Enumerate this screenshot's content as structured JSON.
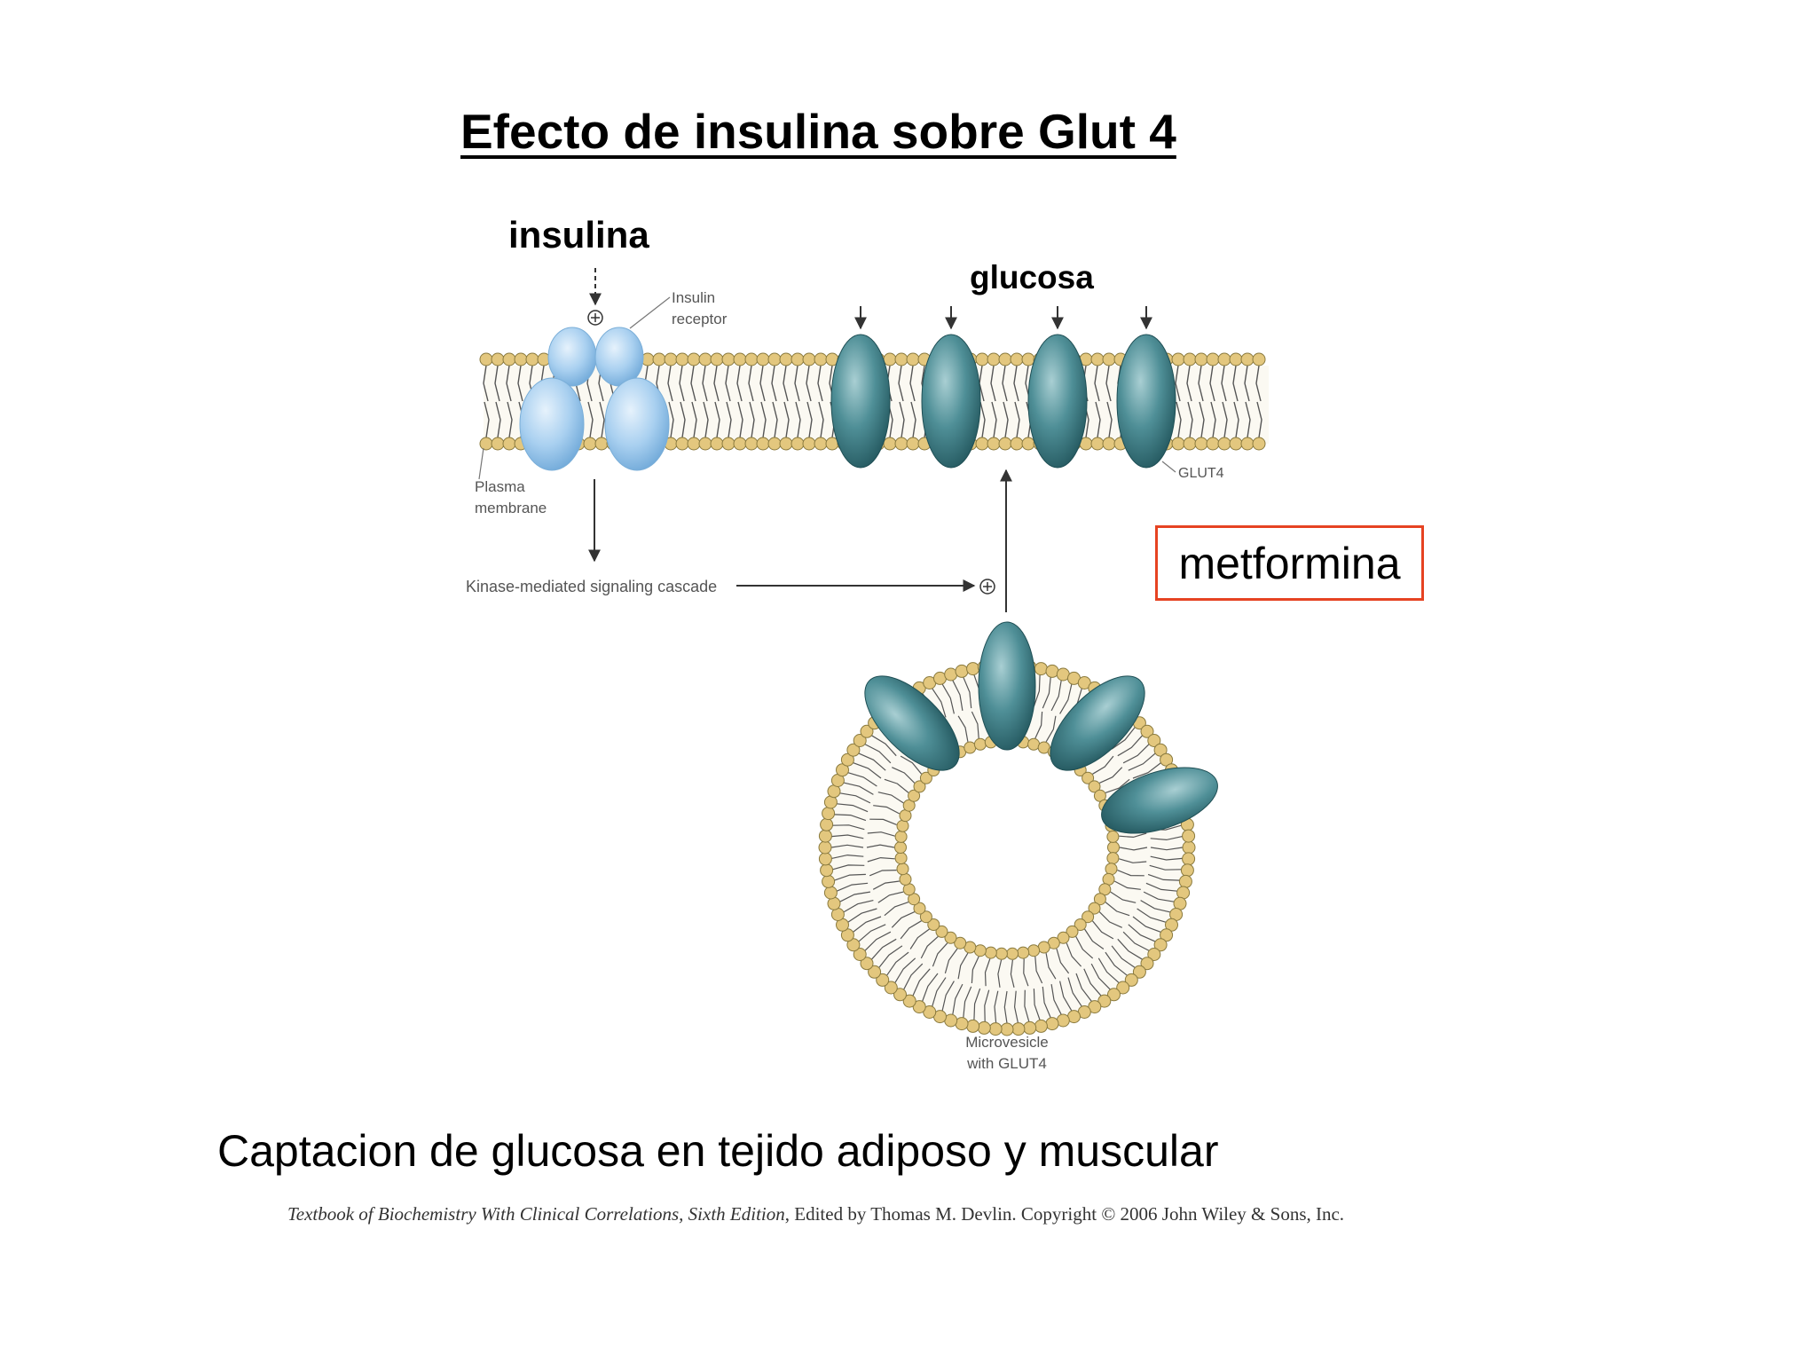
{
  "title": "Efecto de insulina sobre Glut 4",
  "labels": {
    "insulina": "insulina",
    "glucosa": "glucosa",
    "insulin_receptor_line1": "Insulin",
    "insulin_receptor_line2": "receptor",
    "plasma_membrane_line1": "Plasma",
    "plasma_membrane_line2": "membrane",
    "glut4": "GLUT4",
    "kinase_cascade": "Kinase-mediated signaling cascade",
    "microvesicle_line1": "Microvesicle",
    "microvesicle_line2": "with GLUT4",
    "plus_sign": "+"
  },
  "metformina": "metformina",
  "caption": "Captacion de glucosa en tejido adiposo y muscular",
  "citation": {
    "italic_part": "Textbook of Biochemistry With Clinical Correlations, Sixth Edition",
    "rest": ", Edited by Thomas M. Devlin. Copyright © 2006 John Wiley & Sons, Inc."
  },
  "colors": {
    "receptor": "#9ec9ee",
    "glut4": "#3f8088",
    "head_group": "#e3c77e",
    "metformina_border": "#e64322"
  }
}
